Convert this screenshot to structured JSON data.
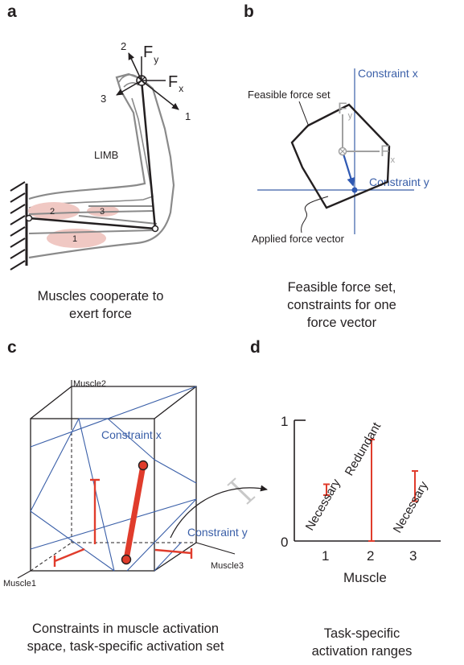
{
  "panels": {
    "a": {
      "letter": "a",
      "limb_label": "LIMB",
      "fx": "F",
      "fx_sub": "x",
      "fy": "F",
      "fy_sub": "y",
      "dir1": "1",
      "dir2": "2",
      "dir3": "3",
      "muscle1": "1",
      "muscle2": "2",
      "muscle3": "3",
      "caption_line1": "Muscles cooperate to",
      "caption_line2": "exert force",
      "colors": {
        "muscle": "#f0c8c3",
        "limb": "#8a8a8a",
        "link": "#231f20"
      }
    },
    "b": {
      "letter": "b",
      "constraint_x": "Constraint x",
      "constraint_y": "Constraint y",
      "feasible_label": "Feasible force set",
      "applied_label": "Applied force vector",
      "fx": "F",
      "fx_sub": "x",
      "fy": "F",
      "fy_sub": "y",
      "caption_line1": "Feasible force set,",
      "caption_line2": "constraints for one",
      "caption_line3": "force vector",
      "colors": {
        "constraint": "#3a5fa8",
        "arrow": "#2f59b3",
        "axes": "#a0a0a0"
      }
    },
    "c": {
      "letter": "c",
      "axis_muscle1": "Muscle1",
      "axis_muscle2": "Muscle2",
      "axis_muscle3": "Muscle3",
      "constraint_x": "Constraint x",
      "constraint_y": "Constraint y",
      "caption_line1": "Constraints in muscle activation",
      "caption_line2": "space, task-specific activation set",
      "colors": {
        "constraint": "#3a5fa8",
        "activation": "#e03c2c"
      }
    },
    "d": {
      "letter": "d",
      "xlabel": "Muscle",
      "caption_line1": "Task-specific",
      "caption_line2": "activation ranges",
      "colors": {
        "range": "#e03c2c"
      }
    }
  },
  "chart_data": {
    "type": "range",
    "categories": [
      "1",
      "2",
      "3"
    ],
    "ranges": [
      {
        "muscle": "1",
        "low": 0.38,
        "high": 0.47,
        "label": "Necessary"
      },
      {
        "muscle": "2",
        "low": 0.0,
        "high": 0.84,
        "label": "Redundant"
      },
      {
        "muscle": "3",
        "low": 0.33,
        "high": 0.58,
        "label": "Necessary"
      }
    ],
    "yticks": [
      "0",
      "1"
    ],
    "ylim": [
      0,
      1
    ],
    "xlabel": "Muscle"
  }
}
